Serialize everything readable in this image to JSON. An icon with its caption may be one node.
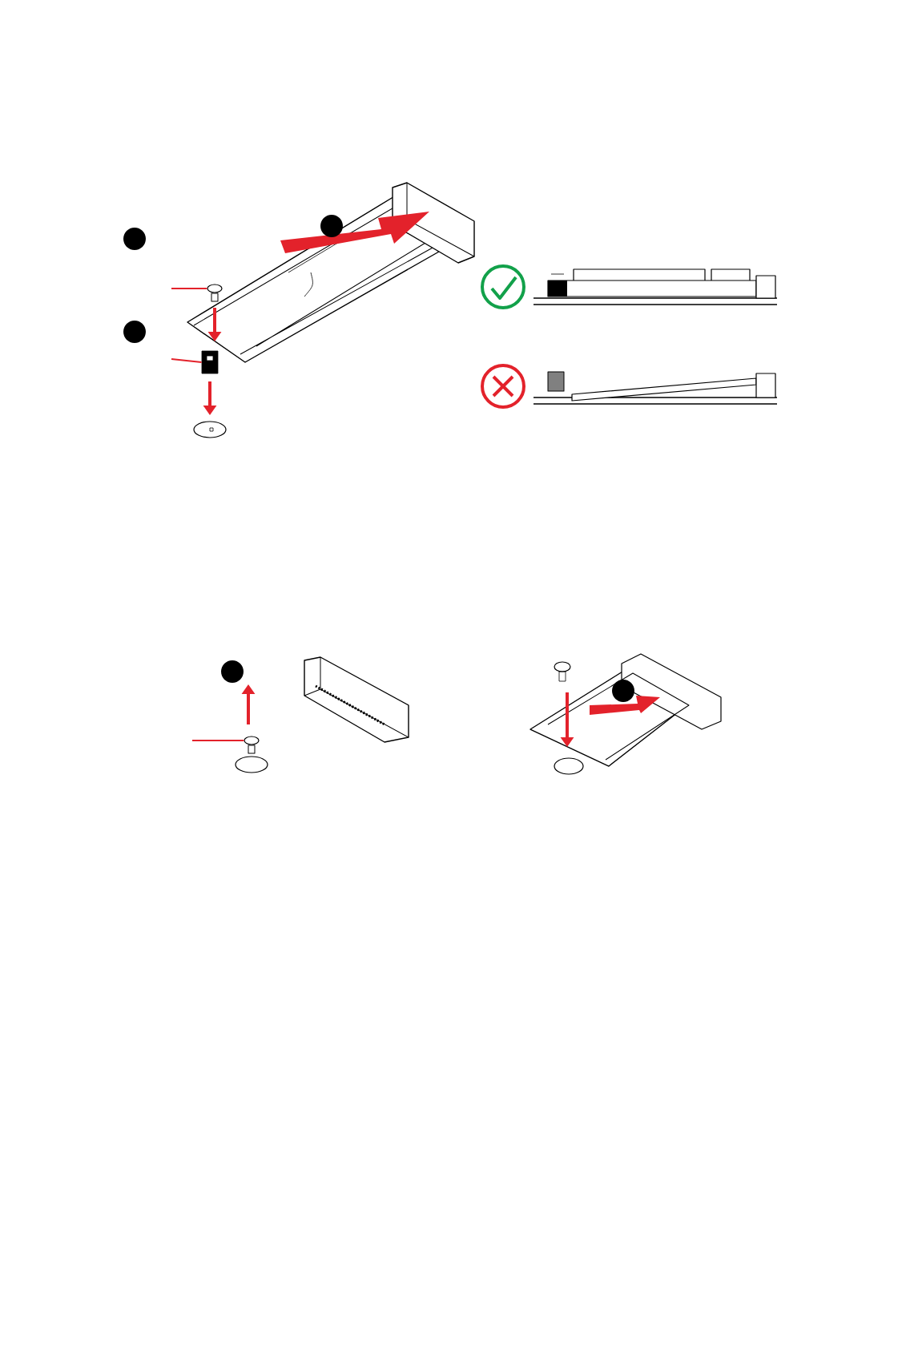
{
  "diagram": {
    "nodes": [
      {
        "text": [],
        "shape": "circle"
      },
      {
        "text": [],
        "shape": "circle"
      },
      {
        "text": [],
        "shape": "circle"
      },
      {
        "text": [],
        "shape": "circle"
      },
      {
        "text": [],
        "shape": "circle"
      },
      {
        "text": [],
        "shape": "screw"
      },
      {
        "text": [],
        "shape": "standoff"
      },
      {
        "text": [],
        "shape": "screw"
      }
    ],
    "edges": [
      {
        "from": null,
        "to": 5,
        "arrow": "none",
        "color": "#e3222b"
      },
      {
        "from": null,
        "to": 6,
        "arrow": "none",
        "color": "#e3222b"
      },
      {
        "from": null,
        "to": 7,
        "arrow": "none",
        "color": "#e3222b"
      }
    ]
  }
}
